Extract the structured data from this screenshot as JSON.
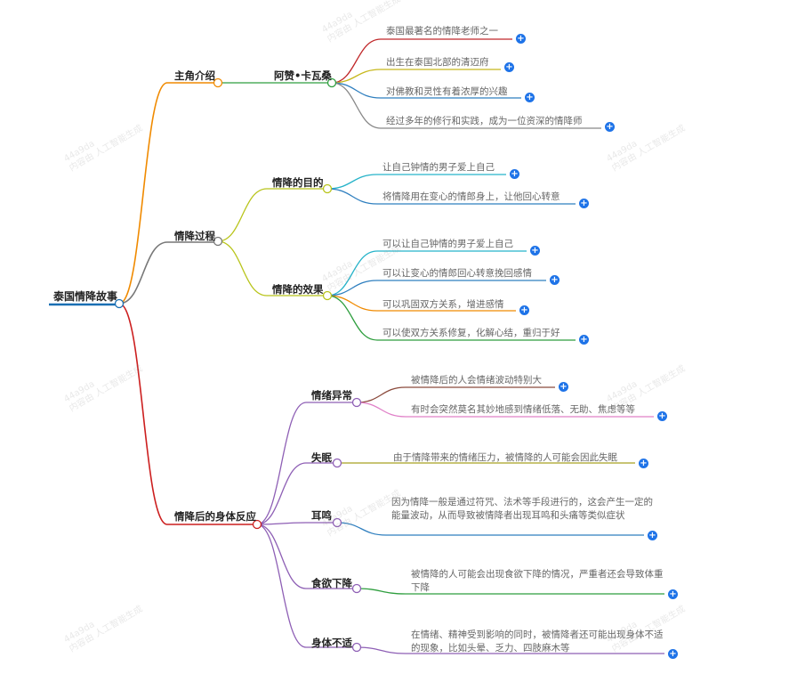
{
  "root": {
    "label": "泰国情降故事"
  },
  "branches": {
    "intro": {
      "label": "主角介绍",
      "person": {
        "label": "阿赞•卡瓦桑",
        "facts": [
          "泰国最著名的情降老师之一",
          "出生在泰国北部的清迈府",
          "对佛教和灵性有着浓厚的兴趣",
          "经过多年的修行和实践，成为一位资深的情降师"
        ]
      }
    },
    "process": {
      "label": "情降过程",
      "purpose": {
        "label": "情降的目的",
        "items": [
          "让自己钟情的男子爱上自己",
          "将情降用在变心的情郎身上，让他回心转意"
        ]
      },
      "effect": {
        "label": "情降的效果",
        "items": [
          "可以让自己钟情的男子爱上自己",
          "可以让变心的情郎回心转意挽回感情",
          "可以巩固双方关系，增进感情",
          "可以使双方关系修复，化解心结，重归于好"
        ]
      }
    },
    "reaction": {
      "label": "情降后的身体反应",
      "mood": {
        "label": "情绪异常",
        "items": [
          "被情降后的人会情绪波动特别大",
          "有时会突然莫名其妙地感到情绪低落、无助、焦虑等等"
        ]
      },
      "insomnia": {
        "label": "失眠",
        "items": [
          "由于情降带来的情绪压力，被情降的人可能会因此失眠"
        ]
      },
      "tinnitus": {
        "label": "耳鸣",
        "items": [
          "因为情降一般是通过符咒、法术等手段进行的，这会产生一定的能量波动，从而导致被情降者出现耳鸣和头痛等类似症状"
        ]
      },
      "appetite": {
        "label": "食欲下降",
        "items": [
          "被情降的人可能会出现食欲下降的情况，严重者还会导致体重下降"
        ]
      },
      "discomfort": {
        "label": "身体不适",
        "items": [
          "在情绪、精神受到影响的同时，被情降者还可能出现身体不适的现象，比如头晕、乏力、四肢麻木等"
        ]
      }
    }
  },
  "colors": {
    "root": "#1a6fb3",
    "intro": "#f08a00",
    "process": "#777777",
    "reaction": "#cc1f1f",
    "person": "#2e9e3e",
    "purpose": "#b8c41a",
    "effect": "#b8c41a",
    "mood": "#8e5fb5",
    "insomnia": "#8e5fb5",
    "tinnitus": "#8e5fb5",
    "appetite": "#8e5fb5",
    "discomfort": "#8e5fb5",
    "leaf_red": "#c0282a",
    "leaf_yellow": "#c7b81c",
    "leaf_blue": "#2f7fbf",
    "leaf_grey": "#888888",
    "leaf_teal": "#26b3c9",
    "leaf_orange": "#f08a00",
    "leaf_green": "#2e9e3e",
    "leaf_brown": "#8b4a3c",
    "leaf_pink": "#e080c8",
    "leaf_olive": "#a8a020",
    "plus": "#1e73e8"
  },
  "icons": {
    "expand": "plus-icon"
  },
  "watermark": {
    "line1": "44a9da",
    "line2": "内容由 人工智能生成"
  }
}
